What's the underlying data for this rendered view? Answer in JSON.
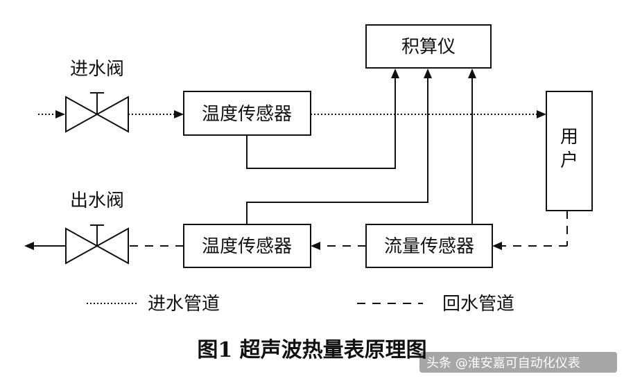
{
  "blocks": {
    "integrator": "积算仪",
    "temp_sensor_top": "温度传感器",
    "user": "用户",
    "temp_sensor_bottom": "温度传感器",
    "flow_sensor": "流量传感器"
  },
  "valves": {
    "inlet": "进水阀",
    "outlet": "出水阀"
  },
  "legend": {
    "inlet_pipe": "进水管道",
    "return_pipe": "回水管道"
  },
  "caption": "图1  超声波热量表原理图",
  "watermark": "头条 @淮安嘉可自动化仪表"
}
